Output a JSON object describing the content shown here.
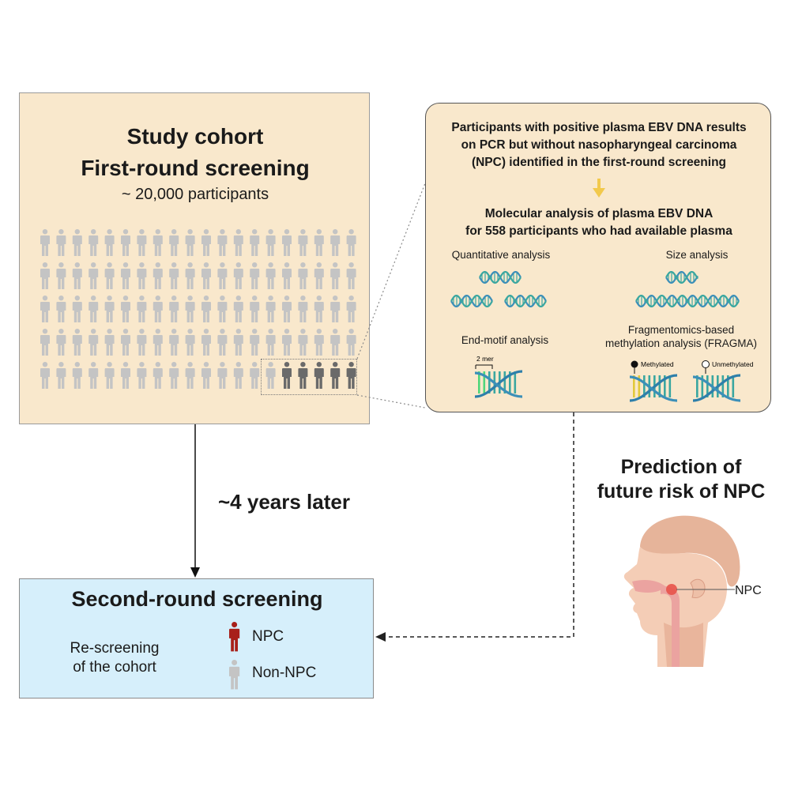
{
  "first_round": {
    "title_line1": "Study cohort",
    "title_line2": "First-round screening",
    "subtitle": "~ 20,000 participants"
  },
  "analysis": {
    "heading1_line1": "Participants with positive plasma EBV DNA results",
    "heading1_line2": "on PCR but without nasopharyngeal carcinoma",
    "heading1_line3": "(NPC) identified in the first-round screening",
    "heading2_line1": "Molecular analysis of plasma EBV DNA",
    "heading2_line2": "for 558 participants who had available plasma",
    "quantitative_label": "Quantitative analysis",
    "size_label": "Size analysis",
    "endmotif_label": "End-motif analysis",
    "fragma_line1": "Fragmentomics-based",
    "fragma_line2": "methylation analysis (FRAGMA)",
    "two_mer_label": "2 mer",
    "methylated_label": "Methylated",
    "unmethylated_label": "Unmethylated"
  },
  "timeline_label": "~4 years later",
  "prediction": {
    "line1": "Prediction of",
    "line2": "future risk of NPC",
    "head_label": "NPC"
  },
  "second_round": {
    "title": "Second-round screening",
    "rescreen_line1": "Re-screening",
    "rescreen_line2": "of the cohort",
    "npc_label": "NPC",
    "nonnpc_label": "Non-NPC"
  },
  "colors": {
    "first_box_bg": "#f9e8cc",
    "second_box_bg": "#d6effb",
    "person_light": "#c4c4c4",
    "person_dark": "#6a6a6a",
    "npc_red": "#a8201a",
    "arrow_yellow": "#f2c94c",
    "dna_blue": "#3c8fb8",
    "dna_teal": "#3aa7a0"
  },
  "icons": [
    "person-icon",
    "down-arrow-icon",
    "dna-helix-icon",
    "head-anatomy-icon"
  ]
}
